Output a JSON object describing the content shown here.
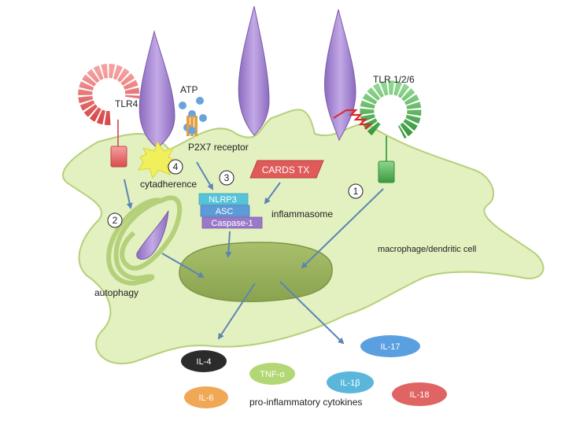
{
  "labels": {
    "tlr4": "TLR4",
    "tlr126": "TLR 1/2/6",
    "atp": "ATP",
    "p2x7": "P2X7 receptor",
    "cards_tx": "CARDS TX",
    "cytadherence": "cytadherence",
    "inflammasome": "inflammasome",
    "autophagy": "autophagy",
    "cell": "macrophage/dendritic cell",
    "cytokines_caption": "pro-inflammatory cytokines"
  },
  "inflammasome_parts": [
    "NLRP3",
    "ASC",
    "Caspase-1"
  ],
  "steps": [
    "1",
    "2",
    "3",
    "4"
  ],
  "cytokines": [
    "IL-4",
    "TNF-α",
    "IL-17",
    "IL-6",
    "IL-1β",
    "IL-18"
  ],
  "colors": {
    "cell_fill": "#e3f0c0",
    "cell_stroke": "#b5d07a",
    "nucleus": "#9cb35e",
    "mycoplasma": "#a98bd0",
    "tlr4": "#e06565",
    "tlr126": "#49a84c",
    "arrow": "#5b86b3",
    "cards_tx": "#e05a5a",
    "nlrp3": "#56c3d9",
    "asc": "#5d9ad8",
    "caspase": "#9a7ac8",
    "il4": "#2b2b2b",
    "tnf": "#b4d775",
    "il17": "#5aa0e0",
    "il6": "#f0a855",
    "il1b": "#5ab7db",
    "il18": "#e06464"
  }
}
